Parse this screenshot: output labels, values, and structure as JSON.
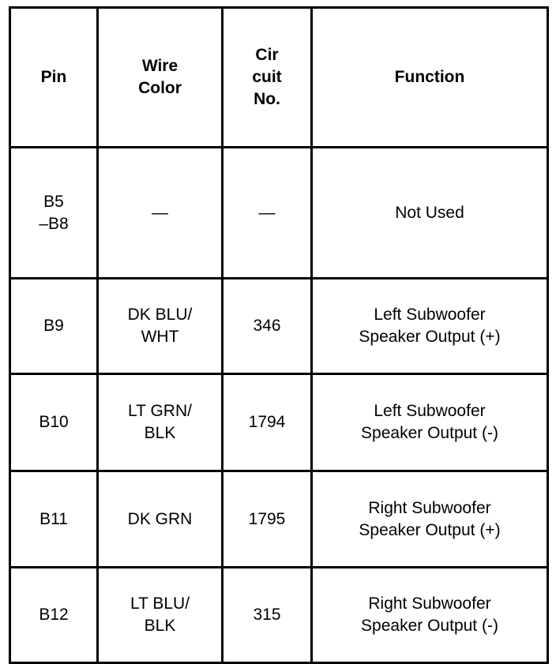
{
  "table": {
    "name": "connector-pin-assignment-table",
    "columns": [
      {
        "key": "pin",
        "header_lines": [
          "Pin"
        ]
      },
      {
        "key": "wire_color",
        "header_lines": [
          "Wire",
          "Color"
        ]
      },
      {
        "key": "circuit_no",
        "header_lines": [
          "Cir",
          "cuit",
          "No."
        ]
      },
      {
        "key": "function",
        "header_lines": [
          "Function"
        ]
      }
    ],
    "rows": [
      {
        "pin_lines": [
          "B5",
          "–B8"
        ],
        "wire_color_lines": [
          "—"
        ],
        "circuit_no_lines": [
          "—"
        ],
        "function_lines": [
          "Not Used"
        ]
      },
      {
        "pin_lines": [
          "B9"
        ],
        "wire_color_lines": [
          "DK BLU/",
          "WHT"
        ],
        "circuit_no_lines": [
          "346"
        ],
        "function_lines": [
          "Left Subwoofer",
          "Speaker Output (+)"
        ]
      },
      {
        "pin_lines": [
          "B10"
        ],
        "wire_color_lines": [
          "LT GRN/",
          "BLK"
        ],
        "circuit_no_lines": [
          "1794"
        ],
        "function_lines": [
          "Left Subwoofer",
          "Speaker Output (-)"
        ]
      },
      {
        "pin_lines": [
          "B11"
        ],
        "wire_color_lines": [
          "DK GRN"
        ],
        "circuit_no_lines": [
          "1795"
        ],
        "function_lines": [
          "Right Subwoofer",
          "Speaker Output (+)"
        ]
      },
      {
        "pin_lines": [
          "B12"
        ],
        "wire_color_lines": [
          "LT BLU/",
          "BLK"
        ],
        "circuit_no_lines": [
          "315"
        ],
        "function_lines": [
          "Right Subwoofer",
          "Speaker Output (-)"
        ]
      }
    ]
  },
  "colors": {
    "border": "#000000",
    "text": "#000000",
    "background": "#ffffff"
  }
}
